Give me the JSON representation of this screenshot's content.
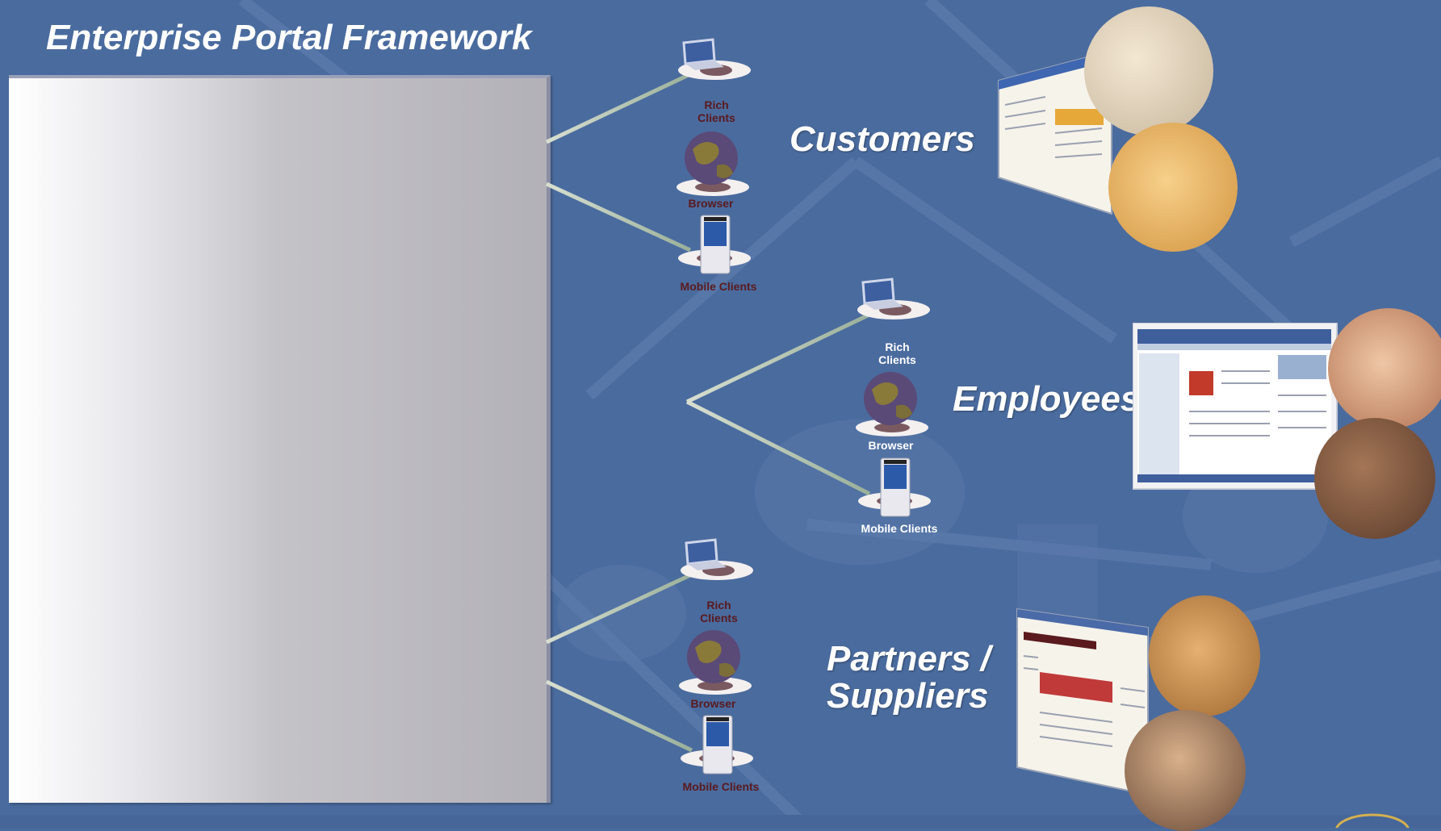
{
  "title": "Enterprise Portal Framework",
  "colors": {
    "background": "#4a6b9e",
    "label_dark": "#5a1a1e",
    "label_light": "#ffffff",
    "connector": "#b8c8b0"
  },
  "groups": [
    {
      "name": "Customers",
      "devices": {
        "rich": "Rich\nClients",
        "browser": "Browser",
        "mobile": "Mobile Clients"
      }
    },
    {
      "name": "Employees",
      "devices": {
        "rich": "Rich\nClients",
        "browser": "Browser",
        "mobile": "Mobile Clients"
      }
    },
    {
      "name_line1": "Partners /",
      "name_line2": "Suppliers",
      "devices": {
        "rich": "Rich\nClients",
        "browser": "Browser",
        "mobile": "Mobile Clients"
      }
    }
  ],
  "icons": [
    "laptop-icon",
    "globe-icon",
    "pda-icon"
  ]
}
